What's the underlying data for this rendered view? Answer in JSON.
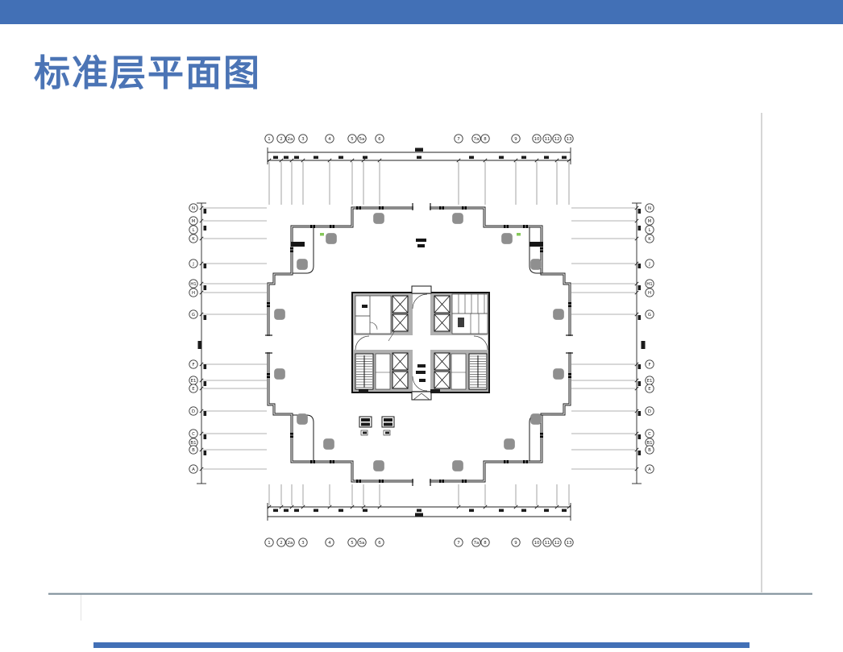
{
  "slide": {
    "title": "标准层平面图"
  },
  "theme": {
    "top_bar_blue": "#4270b6",
    "title_blue": "#4b74b5",
    "bottom_rule_blue": "#4270b6",
    "divider_gray": "#8b9aa4",
    "frame_line_gray": "#d6d6d6",
    "cad_line": "#141414",
    "column_gray": "#8f8f8f",
    "core_wall_gray": "#b0b0b0",
    "green_marker": "#86c85a"
  },
  "plan": {
    "grid_top_labels": [
      "1",
      "2",
      "2a",
      "3",
      "4",
      "5",
      "5a",
      "6",
      "7",
      "7a",
      "8",
      "9",
      "10",
      "11",
      "12",
      "13"
    ],
    "grid_bottom_labels": [
      "1",
      "2",
      "2a",
      "3",
      "4",
      "5",
      "5a",
      "6",
      "7",
      "7a",
      "8",
      "9",
      "10",
      "11",
      "12",
      "13"
    ],
    "grid_left_labels": [
      "N",
      "M",
      "L",
      "K",
      "J",
      "H1",
      "H",
      "G",
      "F",
      "E1",
      "E",
      "D",
      "C",
      "B1",
      "B",
      "A"
    ],
    "grid_right_labels": [
      "N",
      "M",
      "L",
      "K",
      "J",
      "H1",
      "H",
      "G",
      "F",
      "E1",
      "E",
      "D",
      "C",
      "B1",
      "B",
      "A"
    ]
  }
}
